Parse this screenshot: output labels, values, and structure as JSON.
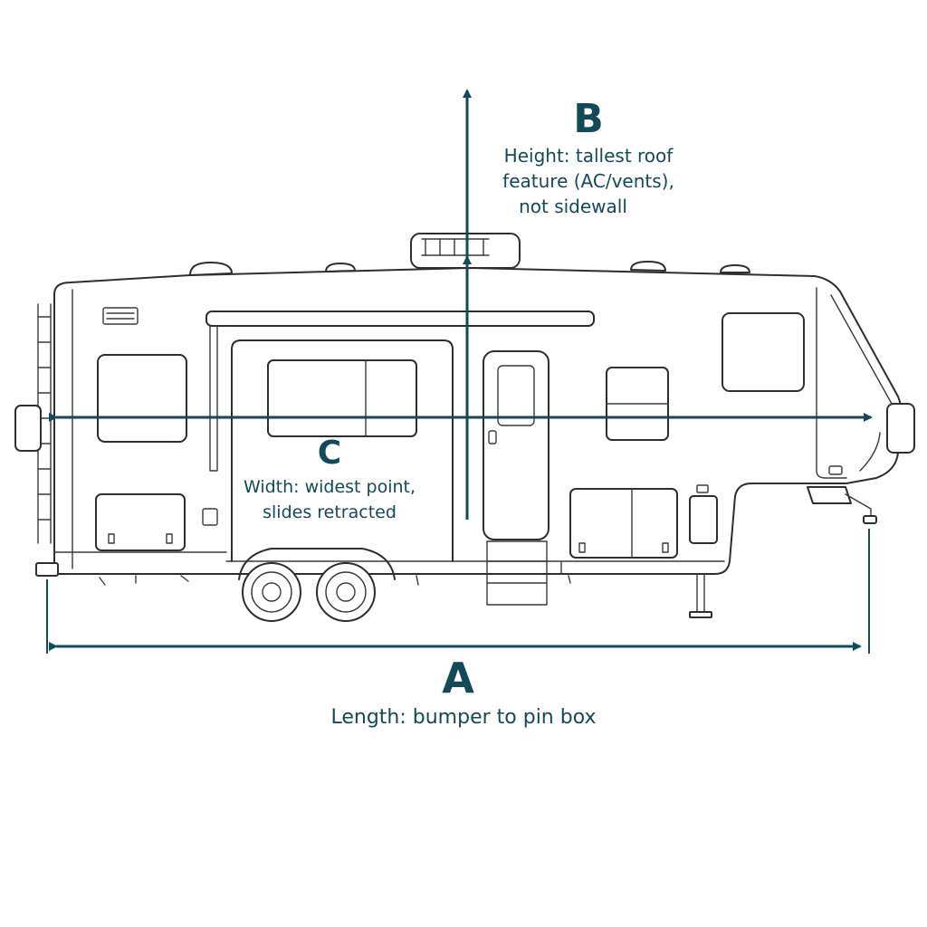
{
  "colors": {
    "dimension": "#134a57",
    "outline": "#2e2e2e",
    "background": "#ffffff"
  },
  "dimensions": {
    "A": {
      "letter": "A",
      "caption": "Length: bumper to pin box"
    },
    "B": {
      "letter": "B",
      "caption_lines": [
        "Height: tallest roof",
        "feature (AC/vents),",
        "not sidewall"
      ]
    },
    "C": {
      "letter": "C",
      "caption_lines": [
        "Width: widest point,",
        "slides retracted"
      ]
    }
  }
}
